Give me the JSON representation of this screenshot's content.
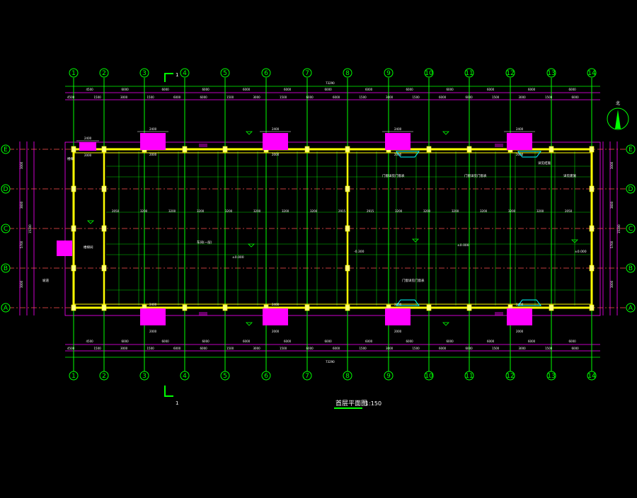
{
  "drawing": {
    "title": "首层平面图",
    "scale": "1:150",
    "section_mark": "1"
  },
  "colors": {
    "background": "#000000",
    "grid": "#00ff00",
    "wall": "#ffff00",
    "dim_line": "#ff00ff",
    "fixture": "#ff00ff",
    "accent": "#00ffff",
    "text": "#ffffff"
  },
  "axes": {
    "columns": [
      "1",
      "2",
      "3",
      "4",
      "5",
      "6",
      "7",
      "8",
      "9",
      "10",
      "11",
      "12",
      "13",
      "14"
    ],
    "rows": [
      "E",
      "D",
      "C",
      "B",
      "A"
    ]
  },
  "dimensions": {
    "total": "73290",
    "top_spans": [
      "4500",
      "6000",
      "6000",
      "6000",
      "6000",
      "6000",
      "6000",
      "6000",
      "6000",
      "6000",
      "6000",
      "6000",
      "6000"
    ],
    "top_details": [
      "4500",
      "1500",
      "3000",
      "1500",
      "6000",
      "6000",
      "1500",
      "3000",
      "1500",
      "6000",
      "6000",
      "1500",
      "3000",
      "1500",
      "6000",
      "6000",
      "1500",
      "3000",
      "1500",
      "6000"
    ],
    "bottom_spans": [
      "4500",
      "6000",
      "6000",
      "6000",
      "6000",
      "6000",
      "6000",
      "6000",
      "6000",
      "6000",
      "6000",
      "6000",
      "6000"
    ],
    "left_spans": [
      "3000",
      "3600",
      "5700",
      "3000"
    ],
    "right_spans": [
      "3000",
      "3600",
      "5700",
      "3000"
    ],
    "left_total": "15300",
    "right_total": "15300",
    "inner_row": [
      "2050",
      "3200",
      "3200",
      "3200",
      "3200",
      "3200",
      "3200",
      "3200",
      "2915",
      "2915",
      "3200",
      "3200",
      "3200",
      "3200",
      "3200",
      "3200",
      "2050"
    ],
    "window_width": "2400",
    "window_label": "2000"
  },
  "notes": {
    "room_main": "车间(一层)",
    "stair": "楼梯间",
    "elev_1": "±0.000",
    "elev_2": "-0.300",
    "elev_3": "±0.000",
    "elev_4": "±0.000",
    "ramp": "坡道",
    "door_note": "门窗详见门窗表",
    "left_note": "楼梯",
    "right_note_1": "详见结施",
    "right_note_2": "详见建施",
    "north": "北"
  }
}
